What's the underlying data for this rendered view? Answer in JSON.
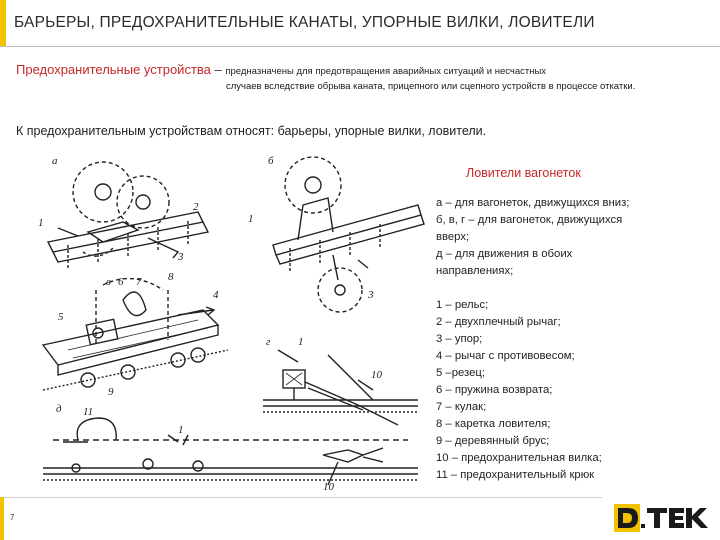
{
  "header": {
    "title": "БАРЬЕРЫ, ПРЕДОХРАНИТЕЛЬНЫЕ КАНАТЫ, УПОРНЫЕ ВИЛКИ, ЛОВИТЕЛИ",
    "accent_color": "#f2c200"
  },
  "definition": {
    "term": "Предохранительные устройства",
    "dash": " – ",
    "text_line1": "предназначены для предотвращения аварийных ситуаций и несчастных",
    "text_line2": "случаев вследствие обрыва каната, прицепного или сцепного устройств в процессе откатки."
  },
  "intro": "К предохранительным устройствам относят: барьеры, упорные вилки, ловители.",
  "figure": {
    "caption": "Ловители вагонеток",
    "panel_labels": [
      "а",
      "б",
      "в",
      "г",
      "д"
    ],
    "part_numbers": [
      "1",
      "2",
      "3",
      "4",
      "5",
      "6",
      "7",
      "8",
      "9",
      "10",
      "11"
    ]
  },
  "legend": {
    "groups": [
      "а – для вагонеток, движущихся вниз;",
      "б, в, г – для вагонеток, движущихся",
      "вверх;",
      "д – для движения в обоих",
      "направлениях;"
    ],
    "parts": [
      "1 – рельс;",
      "2 – двухплечный рычаг;",
      "3 – упор;",
      "4 – рычаг с противовесом;",
      "5 –резец;",
      "6 – пружина возврата;",
      "7 – кулак;",
      "8 – каретка ловителя;",
      "9 – деревянный брус;",
      "10 – предохранительная вилка;",
      "11 – предохранительный крюк"
    ]
  },
  "footer": {
    "page_number": "7",
    "logo_text": "D.TEK"
  },
  "colors": {
    "accent": "#f2c200",
    "red_text": "#c62828"
  }
}
